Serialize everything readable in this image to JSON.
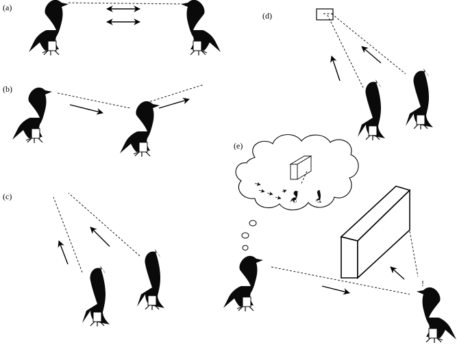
{
  "panels": [
    {
      "id": "a",
      "label": "(a)"
    },
    {
      "id": "b",
      "label": "(b)"
    },
    {
      "id": "c",
      "label": "(c)"
    },
    {
      "id": "d",
      "label": "(d)"
    },
    {
      "id": "e",
      "label": "(e)"
    }
  ],
  "annotations": {
    "surprise_mark": "!"
  }
}
